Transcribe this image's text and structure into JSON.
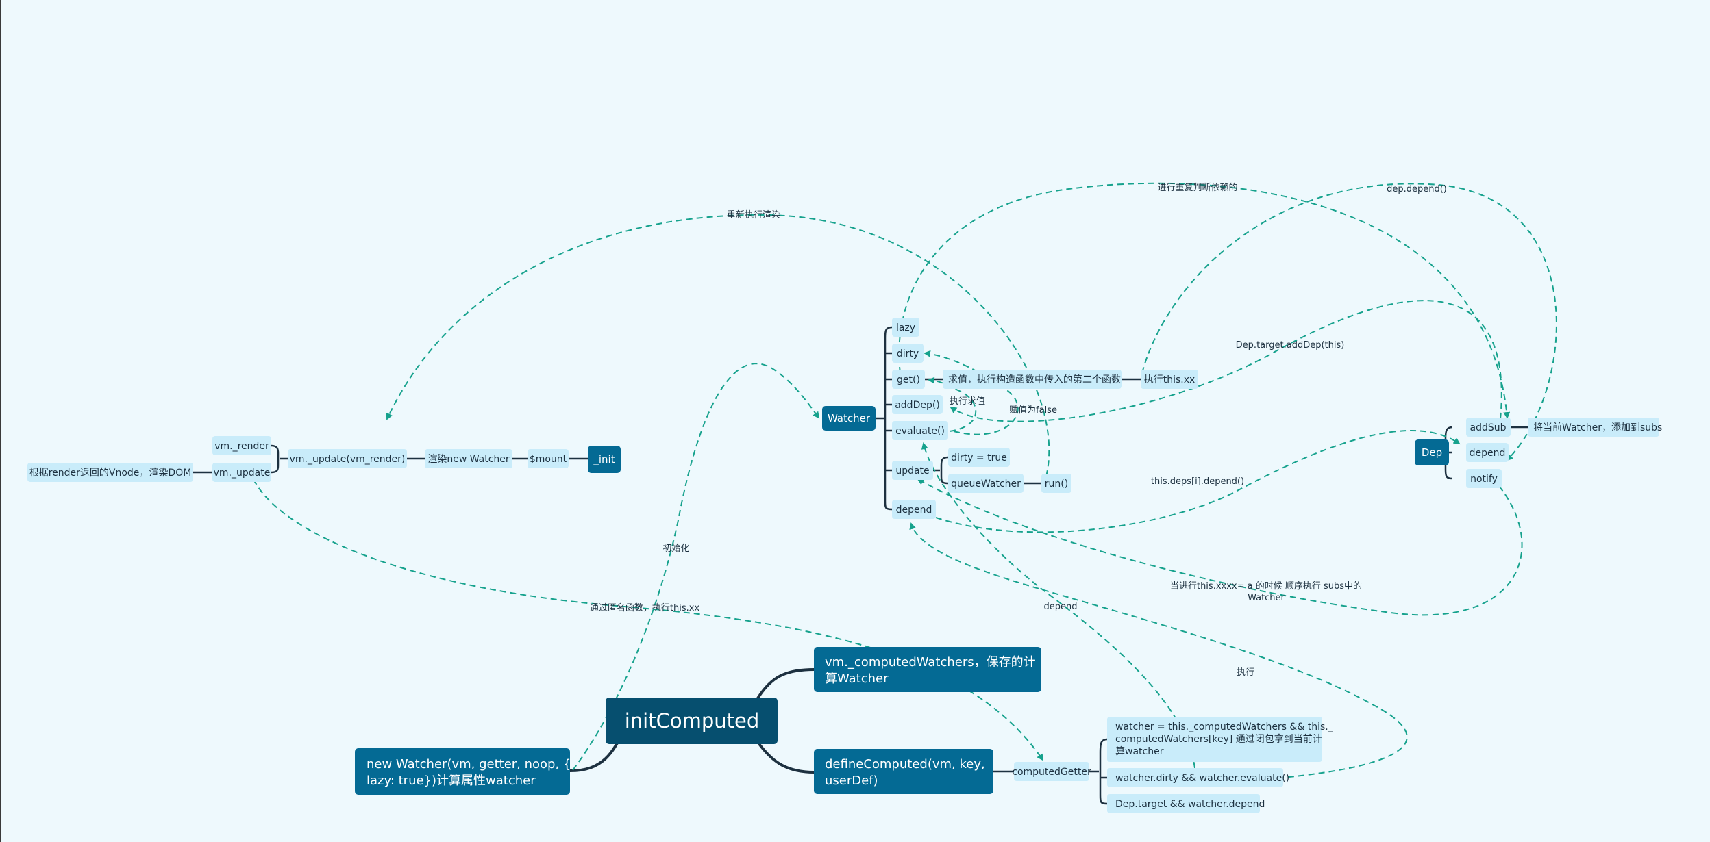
{
  "colors": {
    "background": "#eef9fd",
    "node_light": "#c9ecfa",
    "node_dark": "#046a94",
    "node_central": "#064f6f",
    "branch_line": "#1d3140",
    "relation": "#16a28d",
    "text_dark": "#1d3140",
    "text_light": "#ffffff"
  },
  "nodes": {
    "initComputed": "initComputed",
    "new_watcher": "new Watcher(vm, getter, noop, {",
    "new_watcher_2": "lazy: true})计算属性watcher",
    "computed_watchers": "vm._computedWatchers，保存的计",
    "computed_watchers_2": "算Watcher",
    "define_computed": "defineComputed(vm, key,",
    "define_computed_2": "userDef)",
    "computed_getter": "computedGetter",
    "cg_watcher": "watcher = this._computedWatchers && this._",
    "cg_watcher_2": "computedWatchers[key]  通过闭包拿到当前计",
    "cg_watcher_3": "算watcher",
    "cg_evaluate": "watcher.dirty  && watcher.evaluate()",
    "cg_depend": "Dep.target && watcher.depend",
    "watcher": "Watcher",
    "lazy": "lazy",
    "dirty": "dirty",
    "get": "get()",
    "add_dep": "addDep()",
    "evaluate": "evaluate()",
    "update": "update",
    "depend": "depend",
    "get_desc": "求值，执行构造函数中传入的第二个函数",
    "exec_this": "执行this.xx",
    "dirty_true": "dirty = true",
    "queue_watcher": "queueWatcher",
    "run": "run()",
    "dep": "Dep",
    "add_sub": "addSub",
    "dep_depend": "depend",
    "notify": "notify",
    "add_sub_desc": "将当前Watcher，添加到subs",
    "init": "_init",
    "mount": "$mount",
    "render_watcher": "渲染new Watcher",
    "vm_update_render": "vm._update(vm_render)",
    "vm_render": "vm._render",
    "vm_update": "vm._update",
    "render_dom": "根据render返回的Vnode，渲染DOM"
  },
  "relations": {
    "rerender": "重新执行渲染",
    "repeat_dep": "进行重复判断依赖的",
    "dep_depend": "dep.depend()",
    "target_add_dep": "Dep.target.addDep(this)",
    "exec_eval": "执行求值",
    "assign_false": "赋值为false",
    "deps_depend": "this.deps[i].depend()",
    "assign_notify_1": "当进行this.xxxx= a 的时候 顺序执行 subs中的",
    "assign_notify_2": "Watcher",
    "init_label": "初始化",
    "anon_exec": "通过匿名函数，执行this.xx",
    "depend_label": "depend",
    "exec_label": "执行"
  }
}
